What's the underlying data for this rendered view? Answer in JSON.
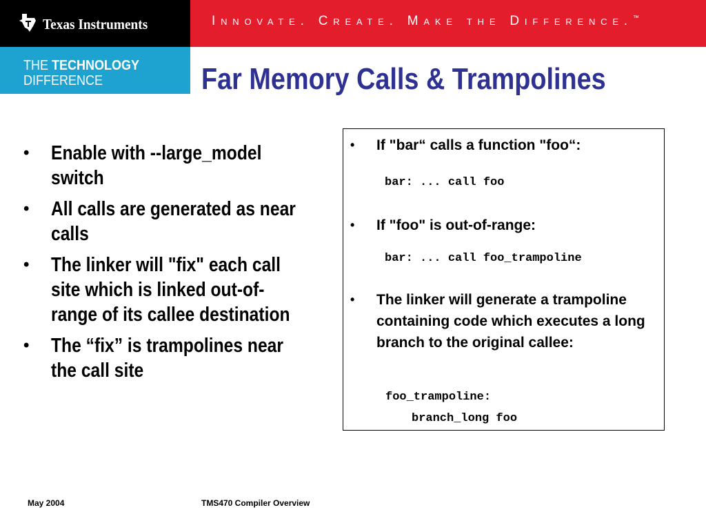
{
  "header": {
    "brand": "Texas Instruments",
    "tagline": "Innovate. Create. Make the Difference.",
    "tagline_mark": "™",
    "tech_line1_prefix": "THE ",
    "tech_line1_bold": "TECHNOLOGY",
    "tech_line2": "DIFFERENCE"
  },
  "slide": {
    "title": "Far Memory Calls & Trampolines",
    "left_bullets": [
      "Enable with --large_model switch",
      "All calls are generated as near calls",
      "The linker will \"fix\" each call site which is linked out-of-range of its callee destination",
      "The “fix” is trampolines near the call site"
    ],
    "right_box": {
      "item1": "If \"bar“ calls a function \"foo“:",
      "code1": "bar: ... call foo",
      "item2": "If \"foo\" is out-of-range:",
      "code2": "bar: ... call foo_trampoline",
      "item3": "The linker will generate a trampoline containing code which executes a long branch to the original callee:",
      "code3a": "foo_trampoline:",
      "code3b": "branch_long foo"
    }
  },
  "footer": {
    "date": "May 2004",
    "title": "TMS470 Compiler Overview"
  },
  "colors": {
    "red_band": "#e41d2d",
    "blue_box": "#1ea3d0",
    "title": "#2e3192"
  }
}
